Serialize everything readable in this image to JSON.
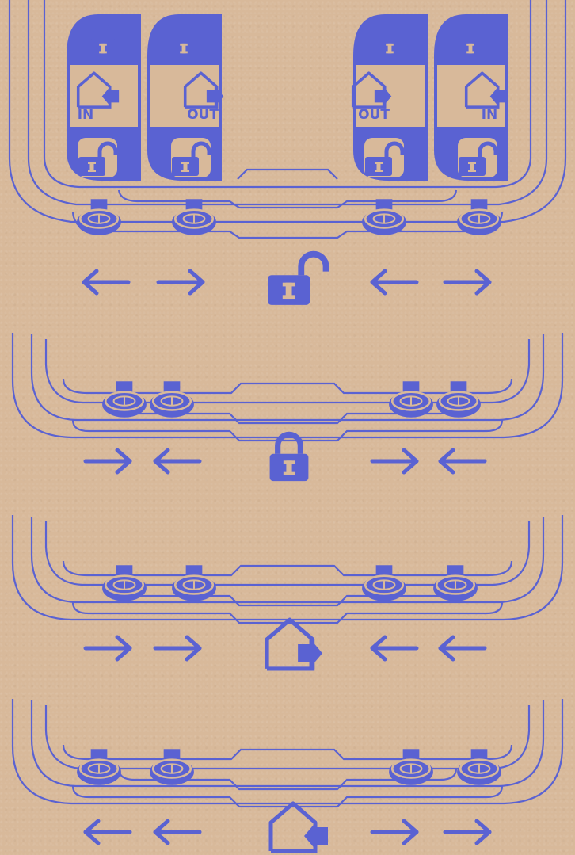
{
  "colors": {
    "ink": "#5a62d2",
    "paper": "#d8b99a",
    "light": "#d8b99a"
  },
  "labels": {
    "in_left": "IN",
    "out_left": "OUT",
    "out_right": "OUT",
    "in_right": "IN"
  },
  "panels": [
    {
      "mode": "unlock-icon",
      "arrows_left": "outward",
      "arrows_right": "outward"
    },
    {
      "mode": "lock-icon",
      "arrows_left": "inward",
      "arrows_right": "inward"
    },
    {
      "mode": "exit-house-icon",
      "arrows_left": "right",
      "arrows_right": "left"
    },
    {
      "mode": "enter-house-icon",
      "arrows_left": "left",
      "arrows_right": "right"
    }
  ]
}
